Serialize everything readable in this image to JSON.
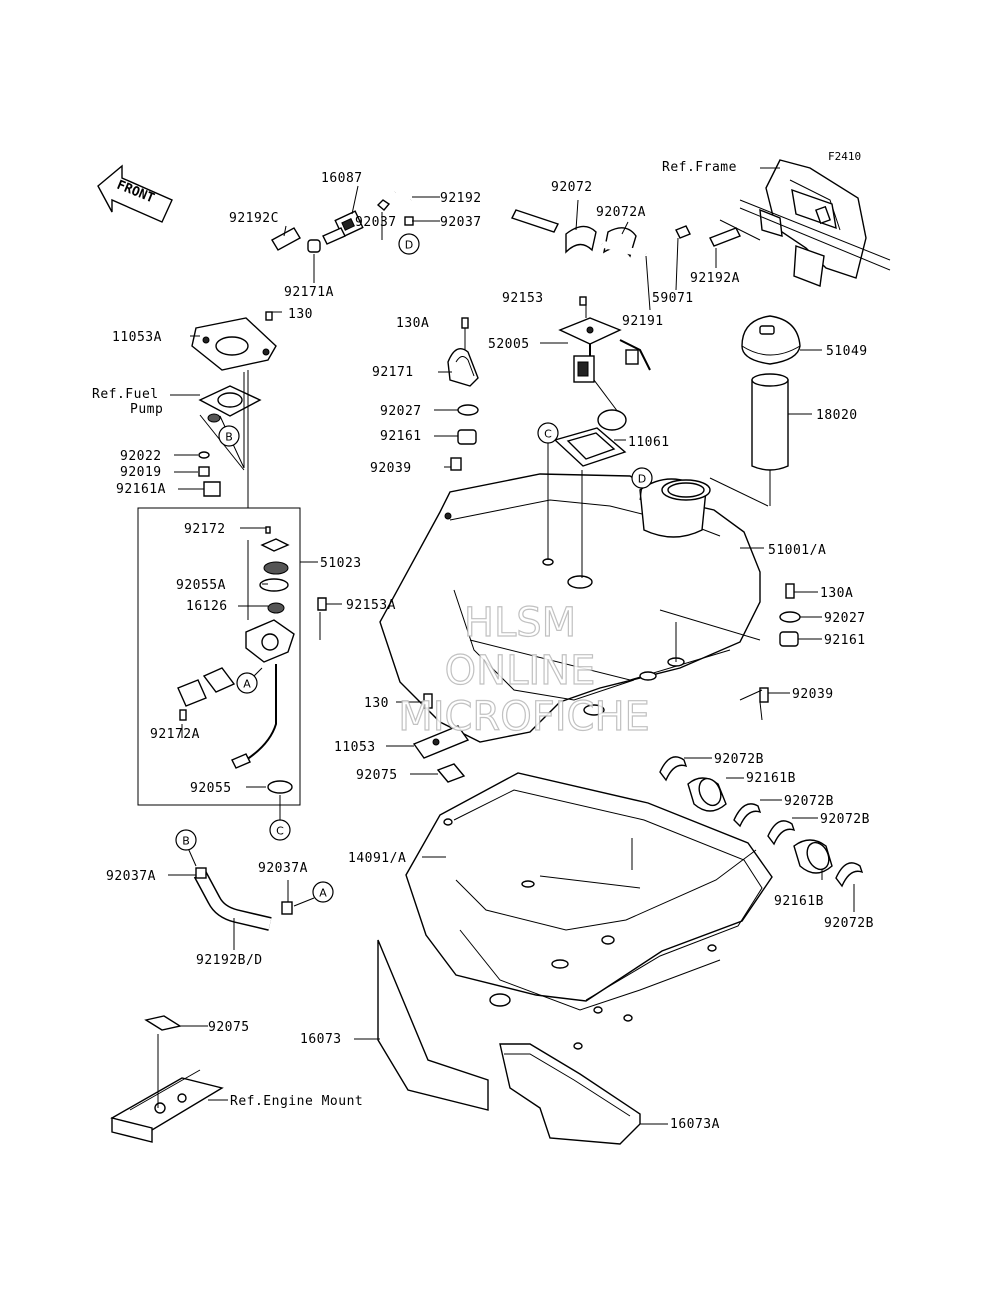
{
  "figure_code": "F2410",
  "front_label": "FRONT",
  "watermark": [
    "HLSM",
    "ONLINE",
    "MICROFICHE"
  ],
  "parts": {
    "p16087": "16087",
    "p92192": "92192",
    "p92192C": "92192C",
    "p92037_top": "92037",
    "p92037_mid": "92037",
    "p92171A": "92171A",
    "p92072": "92072",
    "p92072A": "92072A",
    "ref_frame": "Ref.Frame",
    "p92192A": "92192A",
    "p59071": "59071",
    "p92191": "92191",
    "p92153_top": "92153",
    "p130_top": "130",
    "p11053A": "11053A",
    "p130A_left": "130A",
    "p52005": "52005",
    "p51049": "51049",
    "p92171": "92171",
    "ref_fuel": "Ref.Fuel",
    "ref_pump": "Pump",
    "p92027_left": "92027",
    "p18020": "18020",
    "p92161_left": "92161",
    "p11061": "11061",
    "p92022": "92022",
    "p92019": "92019",
    "p92039_left": "92039",
    "p92161A": "92161A",
    "p92172": "92172",
    "p51023": "51023",
    "p51001A": "51001/A",
    "p92055A": "92055A",
    "p130A_right": "130A",
    "p16126": "16126",
    "p92153A": "92153A",
    "p92027_right": "92027",
    "p92161_right": "92161",
    "p92039_right": "92039",
    "p130_mid": "130",
    "p92172A": "92172A",
    "p11053": "11053",
    "p92072B_1": "92072B",
    "p92075_mid": "92075",
    "p92161B_1": "92161B",
    "p92072B_2": "92072B",
    "p92055": "92055",
    "p92072B_3": "92072B",
    "p14091A": "14091/A",
    "p92037A_left": "92037A",
    "p92037A_right": "92037A",
    "p92161B_2": "92161B",
    "p92072B_4": "92072B",
    "p92192BD": "92192B/D",
    "p92075_bot": "92075",
    "p16073": "16073",
    "ref_engine": "Ref.Engine Mount",
    "p16073A": "16073A"
  },
  "callouts": {
    "A": "A",
    "B": "B",
    "C": "C",
    "D": "D"
  }
}
